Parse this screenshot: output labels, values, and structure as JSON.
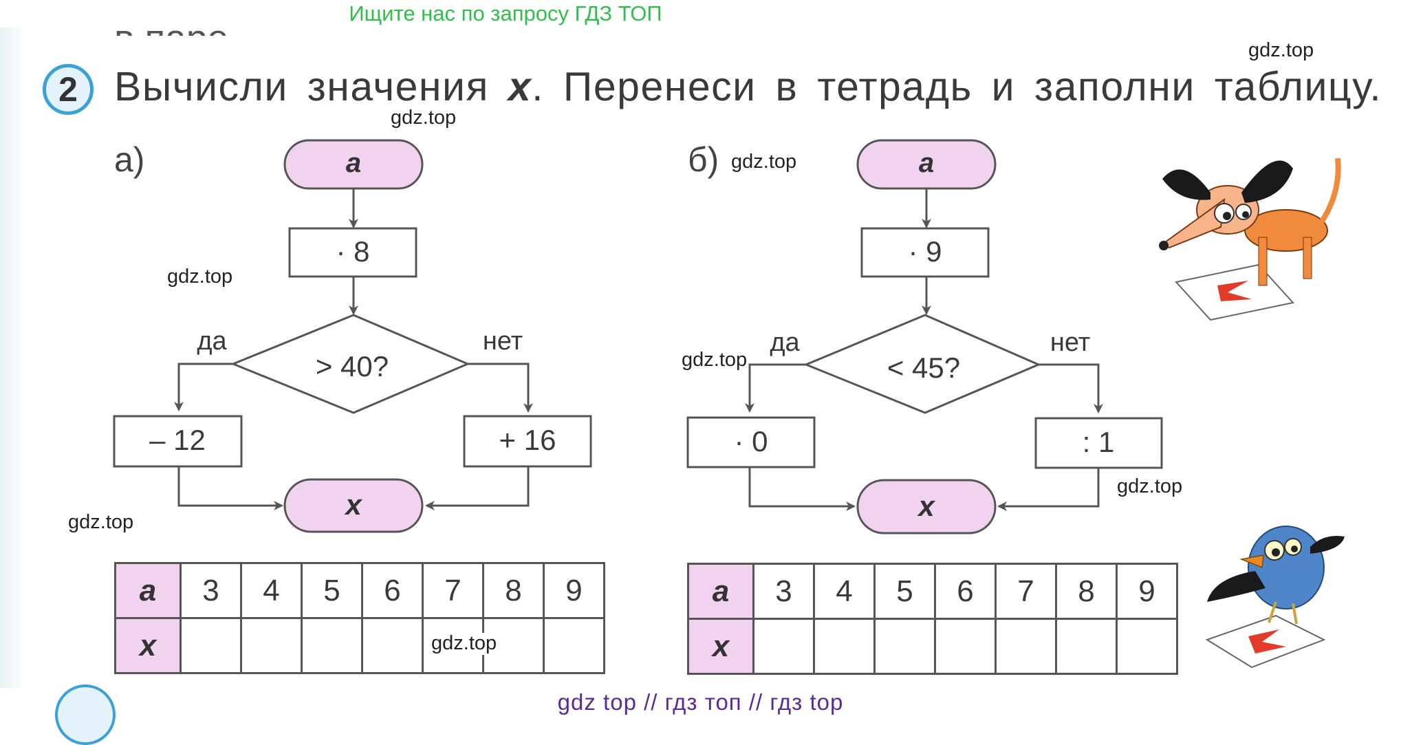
{
  "banner": "Ищите нас по запросу ГДЗ ТОП",
  "cutoff_text": "в паре.",
  "task": {
    "number": "2",
    "text_before": "Вычисли значения ",
    "variable": "x",
    "text_after": ". Перенеси в тетрадь и заполни таблицу."
  },
  "watermark": "gdz.top",
  "part_a": {
    "label": "а)",
    "start": "a",
    "multiply": "· 8",
    "condition": "> 40?",
    "yes": "да",
    "no": "нет",
    "yes_op": "– 12",
    "no_op": "+ 16",
    "end": "x",
    "table": {
      "row1_head": "a",
      "row2_head": "x",
      "values": [
        "3",
        "4",
        "5",
        "6",
        "7",
        "8",
        "9"
      ]
    }
  },
  "part_b": {
    "label": "б)",
    "start": "a",
    "multiply": "· 9",
    "condition": "< 45?",
    "yes": "да",
    "no": "нет",
    "yes_op": "· 0",
    "no_op": ": 1",
    "end": "x",
    "table": {
      "row1_head": "a",
      "row2_head": "x",
      "values": [
        "3",
        "4",
        "5",
        "6",
        "7",
        "8",
        "9"
      ]
    }
  },
  "footer": "gdz top  //  гдз топ  //  гдз top",
  "colors": {
    "oval_fill": "#f1d3ef",
    "line": "#555555",
    "number_circle": "#3aa0d8",
    "banner": "#2ec04a",
    "footer": "#5b2b9a"
  },
  "illustrations": [
    "dog-with-less-sign-card",
    "bird-with-greater-sign-card"
  ]
}
